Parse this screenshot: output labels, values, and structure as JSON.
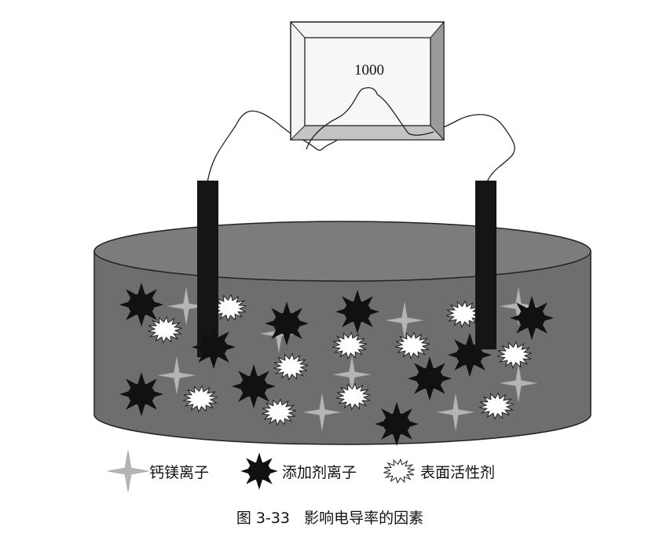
{
  "meter": {
    "reading": "1000"
  },
  "legend": [
    {
      "icon": "four-point-star-icon",
      "label": "钙镁离子"
    },
    {
      "icon": "spiked-sun-icon",
      "label": "添加剂离子"
    },
    {
      "icon": "burst-icon",
      "label": "表面活性剂"
    }
  ],
  "caption": "图 3-33   影响电导率的因素",
  "colors": {
    "solution": "#6e6e6e",
    "solution_top": "#7c7c7c",
    "electrode": "#151515",
    "calcium": "#b5b5b5",
    "additive": "#111111",
    "surfactant": "#ffffff"
  }
}
